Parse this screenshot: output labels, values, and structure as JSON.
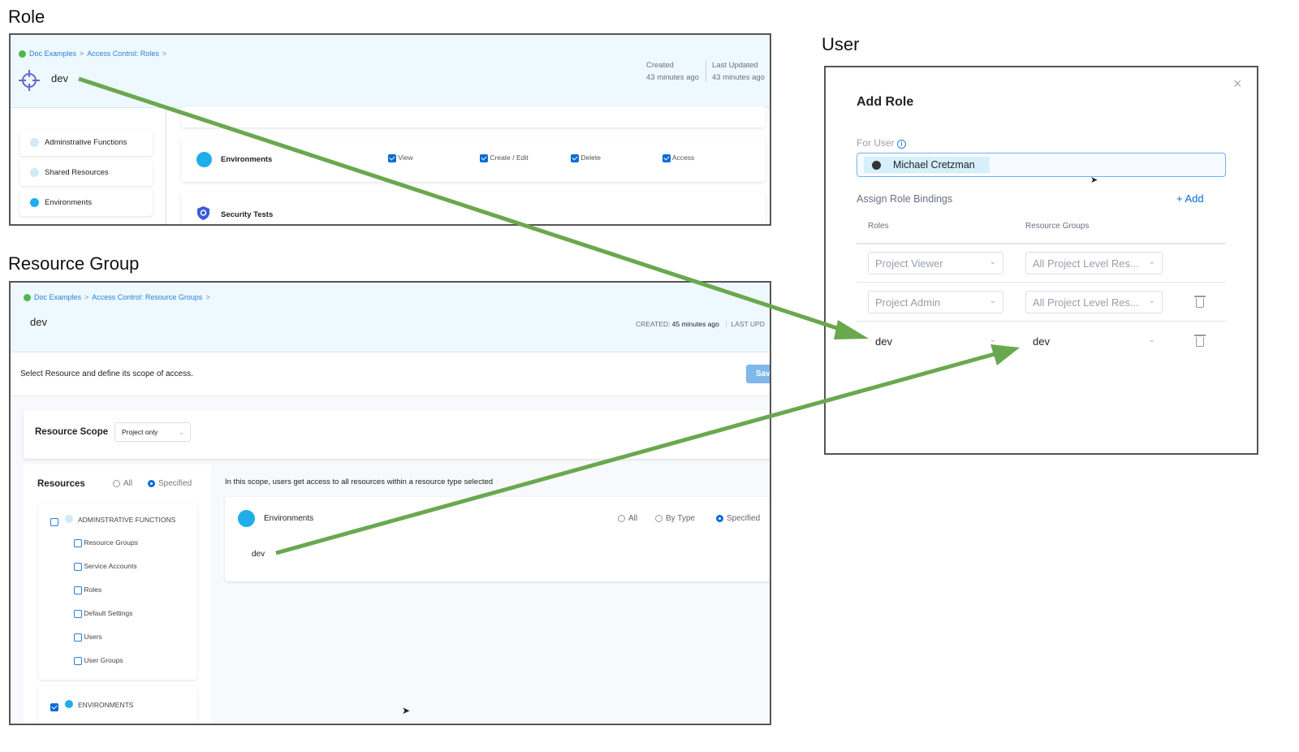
{
  "role": {
    "section_label": "Role",
    "breadcrumb": [
      "Doc Examples",
      "Access Control: Roles"
    ],
    "title": "dev",
    "created_label": "Created",
    "created_value": "43 minutes ago",
    "updated_label": "Last Updated",
    "updated_value": "43 minutes ago",
    "sidebar": [
      "Adminstrative Functions",
      "Shared Resources",
      "Environments"
    ],
    "permission_rows": [
      {
        "name": "Environments",
        "permissions": [
          {
            "label": "View",
            "checked": true
          },
          {
            "label": "Create / Edit",
            "checked": true
          },
          {
            "label": "Delete",
            "checked": true
          },
          {
            "label": "Access",
            "checked": true
          }
        ]
      },
      {
        "name": "Security Tests"
      }
    ]
  },
  "resource_group": {
    "section_label": "Resource Group",
    "breadcrumb": [
      "Doc Examples",
      "Access Control: Resource Groups"
    ],
    "title": "dev",
    "created_label": "CREATED:",
    "created_value": "45 minutes ago",
    "updated_label": "LAST UPD",
    "instructions": "Select Resource and define its scope of access.",
    "save_label": "Sav",
    "scope_label": "Resource Scope",
    "scope_value": "Project only",
    "resources_label": "Resources",
    "resources_options": [
      "All",
      "Specified"
    ],
    "resources_selected": "Specified",
    "admin_group": "ADMINSTRATIVE FUNCTIONS",
    "admin_items": [
      "Resource Groups",
      "Service Accounts",
      "Roles",
      "Default Settings",
      "Users",
      "User Groups"
    ],
    "env_group": "ENVIRONMENTS",
    "scope_note": "In this scope, users get access to all resources within a resource type selected",
    "env_card_title": "Environments",
    "env_options": [
      "All",
      "By Type",
      "Specified"
    ],
    "env_selected": "Specified",
    "env_value": "dev"
  },
  "user": {
    "section_label": "User",
    "dialog_title": "Add Role",
    "for_user_label": "For User",
    "user_chip": "Michael Cretzman",
    "bindings_label": "Assign Role Bindings",
    "add_label": "+ Add",
    "col_roles": "Roles",
    "col_resource_groups": "Resource Groups",
    "rows": [
      {
        "role": "Project Viewer",
        "group": "All Project Level Res..."
      },
      {
        "role": "Project Admin",
        "group": "All Project Level Res..."
      },
      {
        "role": "dev",
        "group": "dev"
      }
    ]
  },
  "colors": {
    "arrow": "#6aa84f",
    "accent": "#0a6bd4",
    "header_bg": "#eef8ff"
  }
}
